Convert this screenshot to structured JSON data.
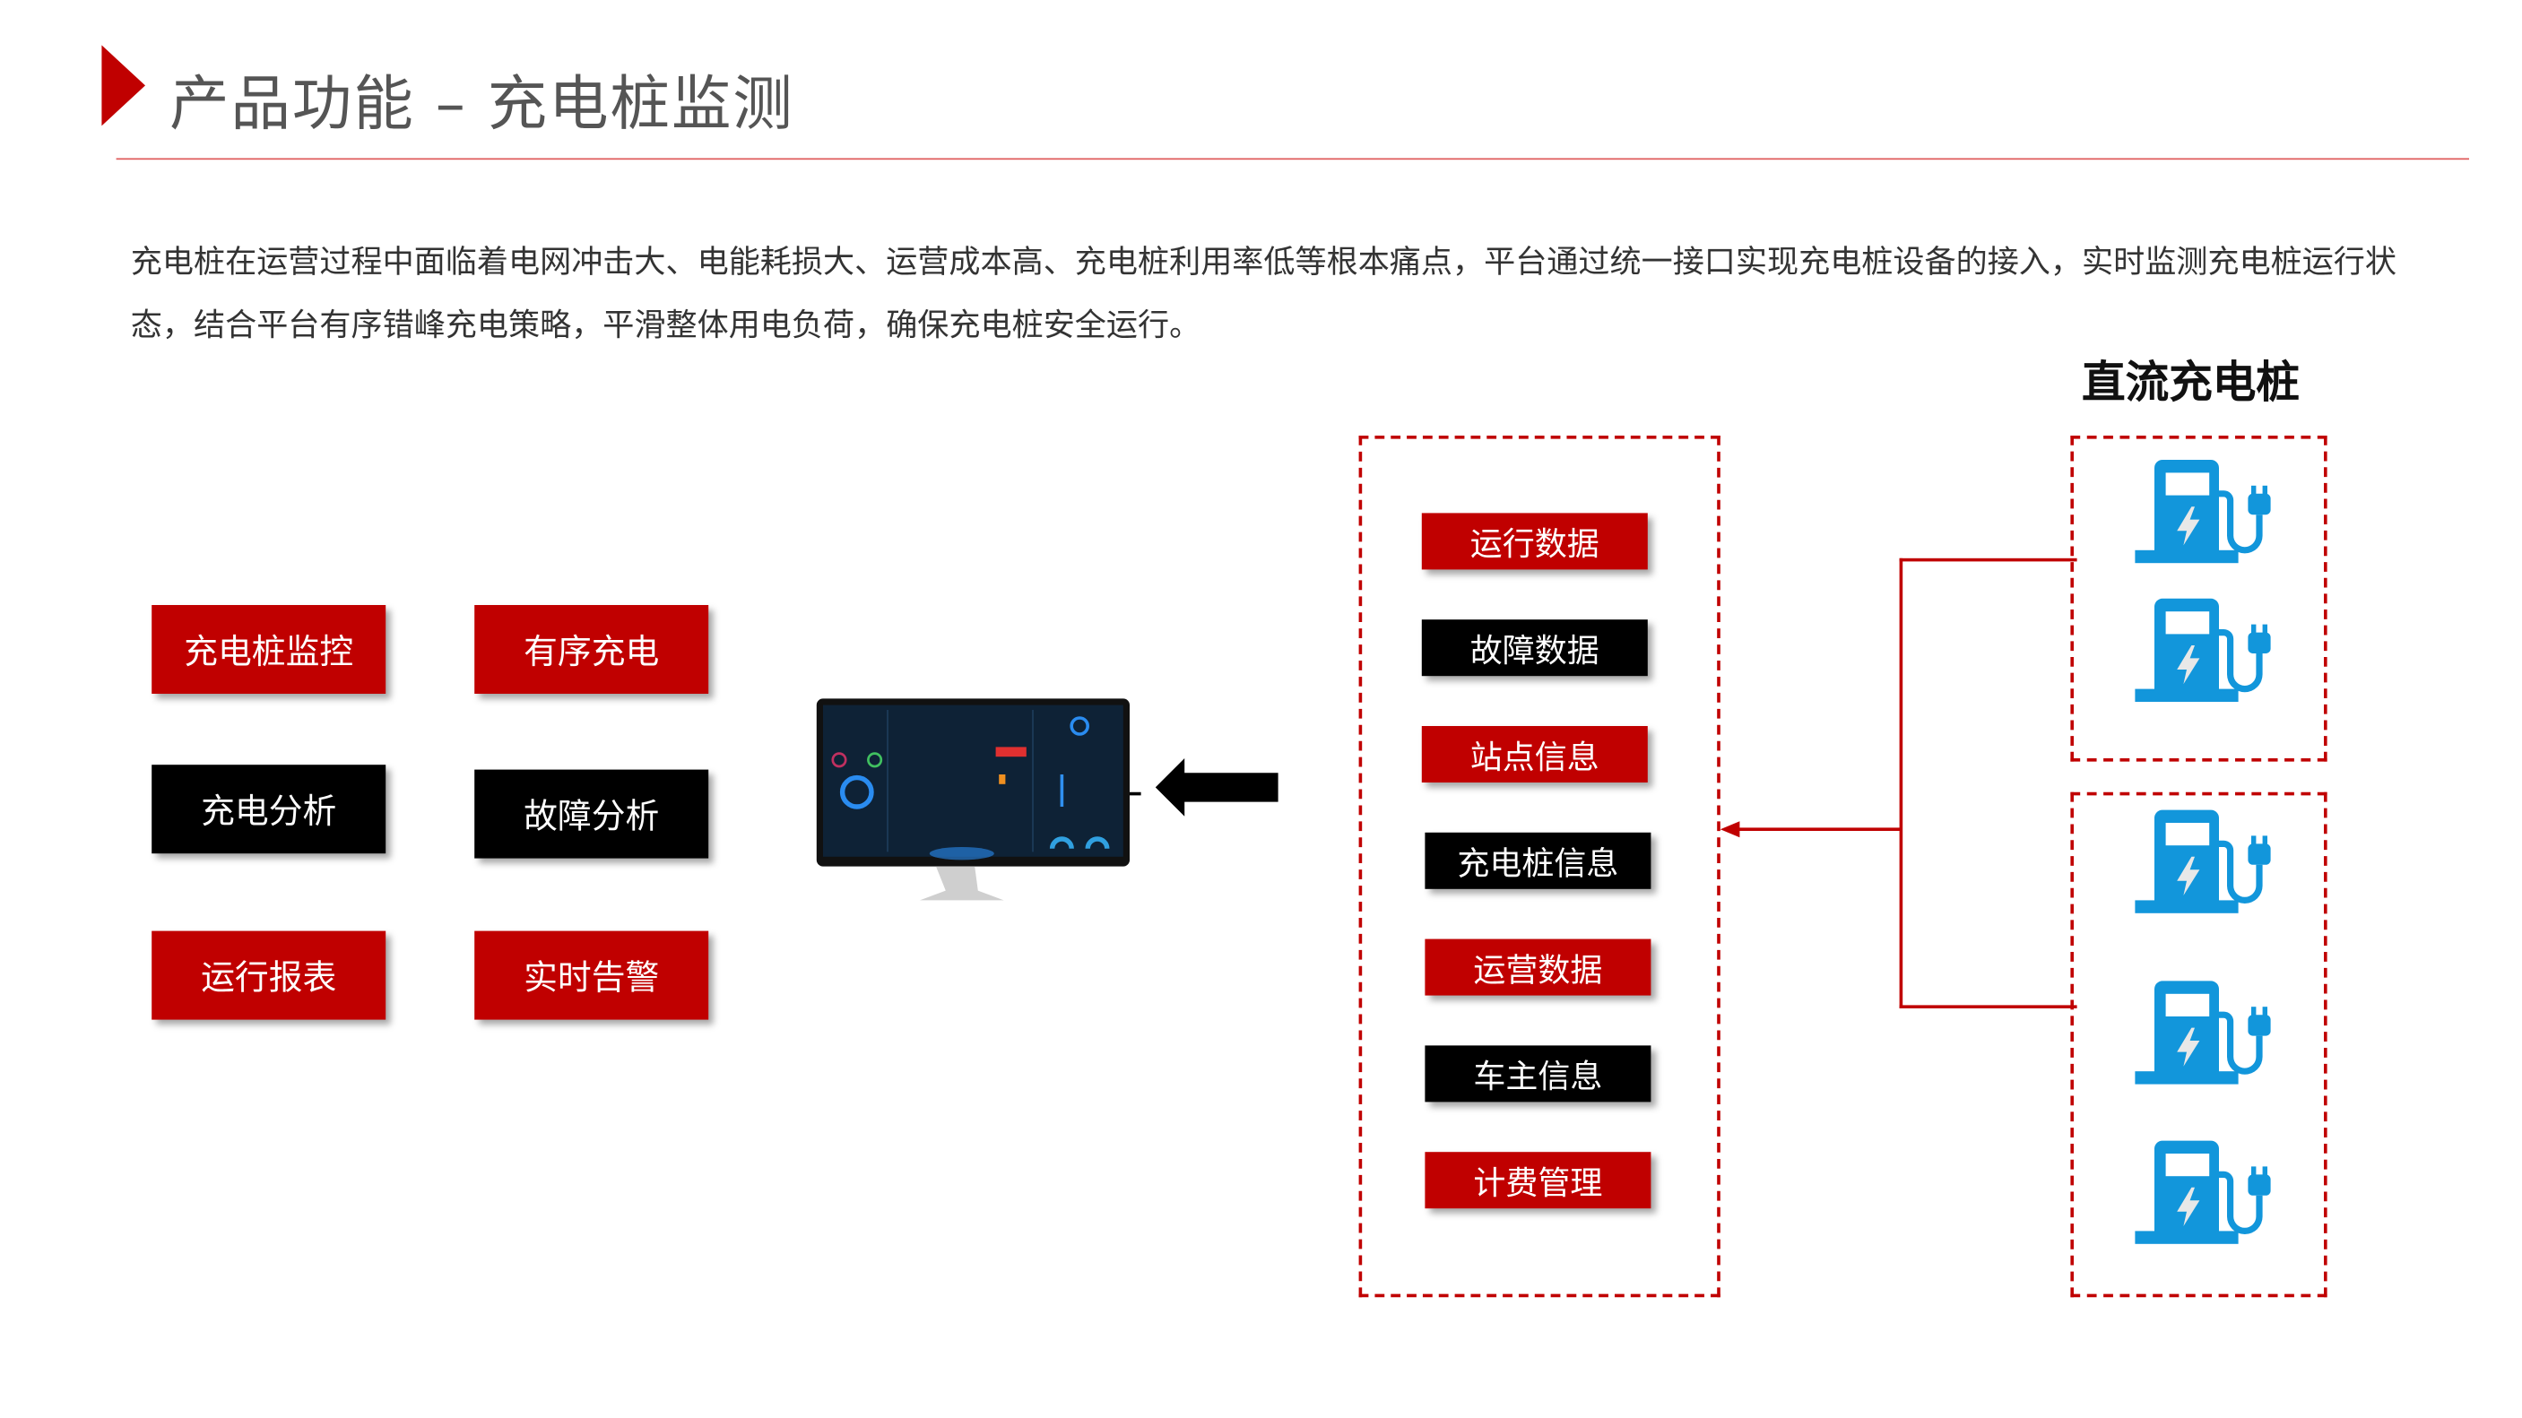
{
  "header": {
    "title": "产品功能 – 充电桩监测"
  },
  "description": "充电桩在运营过程中面临着电网冲击大、电能耗损大、运营成本高、充电桩利用率低等根本痛点，平台通过统一接口实现充电桩设备的接入，实时监测充电桩运行状态，结合平台有序错峰充电策略，平滑整体用电负荷，确保充电桩安全运行。",
  "functions": [
    {
      "label": "充电桩监控",
      "color": "#c00000"
    },
    {
      "label": "有序充电",
      "color": "#c00000"
    },
    {
      "label": "充电分析",
      "color": "#000000"
    },
    {
      "label": "故障分析",
      "color": "#000000"
    },
    {
      "label": "运行报表",
      "color": "#c00000"
    },
    {
      "label": "实时告警",
      "color": "#c00000"
    }
  ],
  "data_items": [
    {
      "label": "运行数据",
      "color": "#c00000"
    },
    {
      "label": "故障数据",
      "color": "#000000"
    },
    {
      "label": "站点信息",
      "color": "#c00000"
    },
    {
      "label": "充电桩信息",
      "color": "#000000"
    },
    {
      "label": "运营数据",
      "color": "#c00000"
    },
    {
      "label": "车主信息",
      "color": "#000000"
    },
    {
      "label": "计费管理",
      "color": "#c00000"
    }
  ],
  "chargers": {
    "title": "直流充电桩",
    "icon": "ev-charger-icon",
    "color": "#1296db"
  }
}
